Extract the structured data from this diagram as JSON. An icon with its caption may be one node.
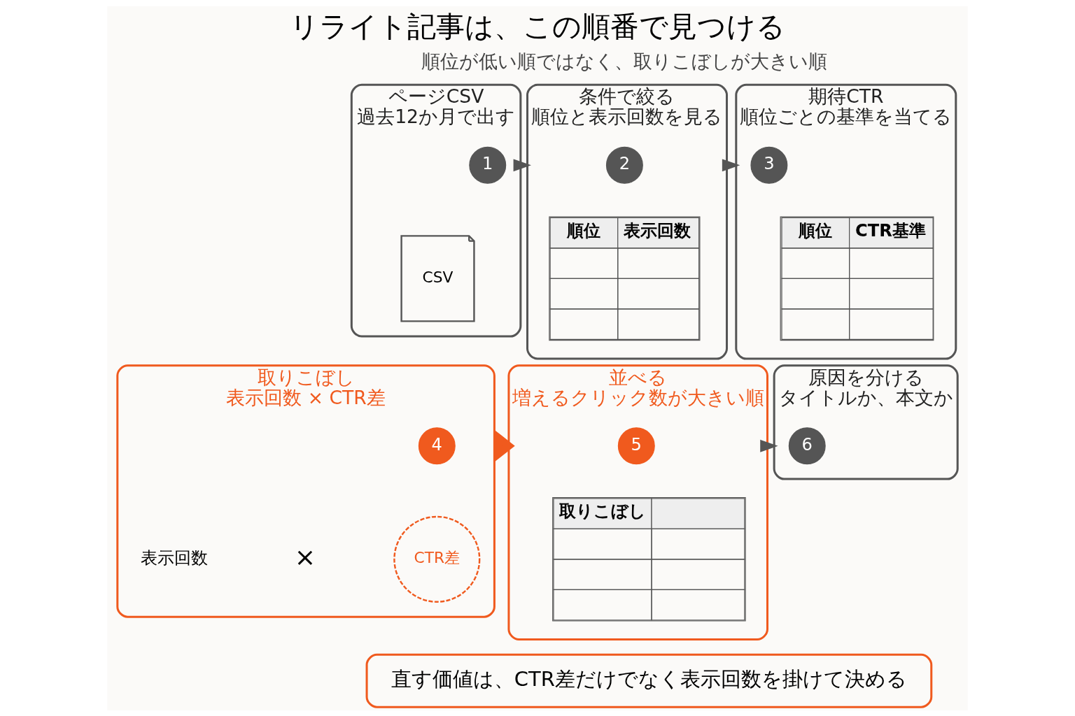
{
  "diagram": {
    "title": "リライト記事は、この順番で見つける",
    "nodes": [
      {
        "text": [
          "ページCSV",
          "過去12か月で出す"
        ]
      },
      {
        "text": [
          "1"
        ],
        "in": 0
      },
      {
        "text": [
          "CSV"
        ],
        "in": 0
      },
      {
        "text": [
          "条件で絞る",
          "順位と表示回数を見る"
        ]
      },
      {
        "text": [
          "2"
        ],
        "in": 3
      },
      {
        "text": [
          "順位",
          "表示回数"
        ],
        "in": 3
      },
      {
        "text": [
          "期待CTR",
          "順位ごとの基準を当てる"
        ]
      },
      {
        "text": [
          "3"
        ],
        "in": 6
      },
      {
        "text": [
          "順位",
          "CTR基準"
        ],
        "in": 6
      },
      {
        "text": [
          "取りこぼし",
          "表示回数 × CTR差"
        ]
      },
      {
        "text": [
          "4"
        ],
        "in": 9
      },
      {
        "text": [
          "表示回数"
        ],
        "in": 9
      },
      {
        "text": [
          "×"
        ],
        "in": 9
      },
      {
        "text": [
          "CTR差"
        ],
        "in": 9
      },
      {
        "text": [
          "並べる",
          "増えるクリック数が大きい順"
        ]
      },
      {
        "text": [
          "5"
        ],
        "in": 14
      },
      {
        "text": [
          "取りこぼし"
        ],
        "in": 14
      },
      {
        "text": [
          "原因を分ける",
          "タイトルか、本文か"
        ]
      },
      {
        "text": [
          "6"
        ],
        "in": 17
      },
      {
        "text": [
          "直す価値は、CTR差だけでなく表示回数を掛けて決める"
        ]
      }
    ],
    "edges": [
      {
        "from": 0,
        "to": 3,
        "arrow": "to"
      },
      {
        "from": 3,
        "to": 6,
        "arrow": "to"
      },
      {
        "from": 9,
        "to": 14,
        "arrow": "to",
        "style": "thick",
        "color": "#f05a1e"
      },
      {
        "from": 14,
        "to": 17,
        "arrow": "to"
      }
    ],
    "labels": [
      "順位が低い順ではなく、取りこぼしが大きい順"
    ]
  }
}
